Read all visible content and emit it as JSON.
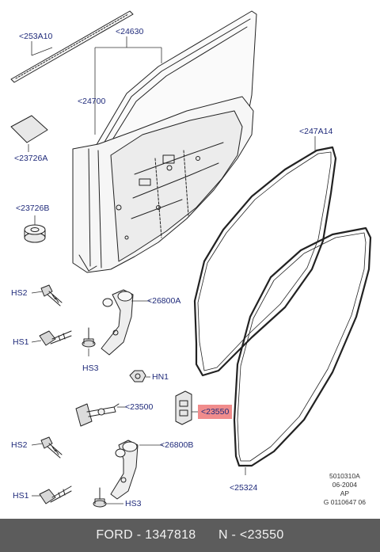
{
  "labels": {
    "p253A10": "<253A10",
    "p24630": "<24630",
    "p24700": "<24700",
    "p23726A": "<23726A",
    "p23726B": "<23726B",
    "p247A14": "<247A14",
    "hs2_top": "HS2",
    "p26800A": "<26800A",
    "hs1_top": "HS1",
    "hs3_top": "HS3",
    "hn1": "HN1",
    "p23500": "<23500",
    "p23550": "<23550",
    "hs2_bottom": "HS2",
    "p26800B": "<26800B",
    "hs1_bottom": "HS1",
    "hs3_bottom": "HS3",
    "p25324": "<25324"
  },
  "meta": {
    "line1": "5010310A",
    "line2": "06-2004",
    "line3": "AP",
    "line4": "G 0110647 06"
  },
  "footer": {
    "brand": "FORD",
    "part_number": "1347818",
    "part_code": "N - <23550"
  },
  "colors": {
    "label": "#1f2a7a",
    "highlight": "#f08c8c",
    "footer_bg": "#5c5c5c",
    "footer_text": "#f2f2f2"
  }
}
